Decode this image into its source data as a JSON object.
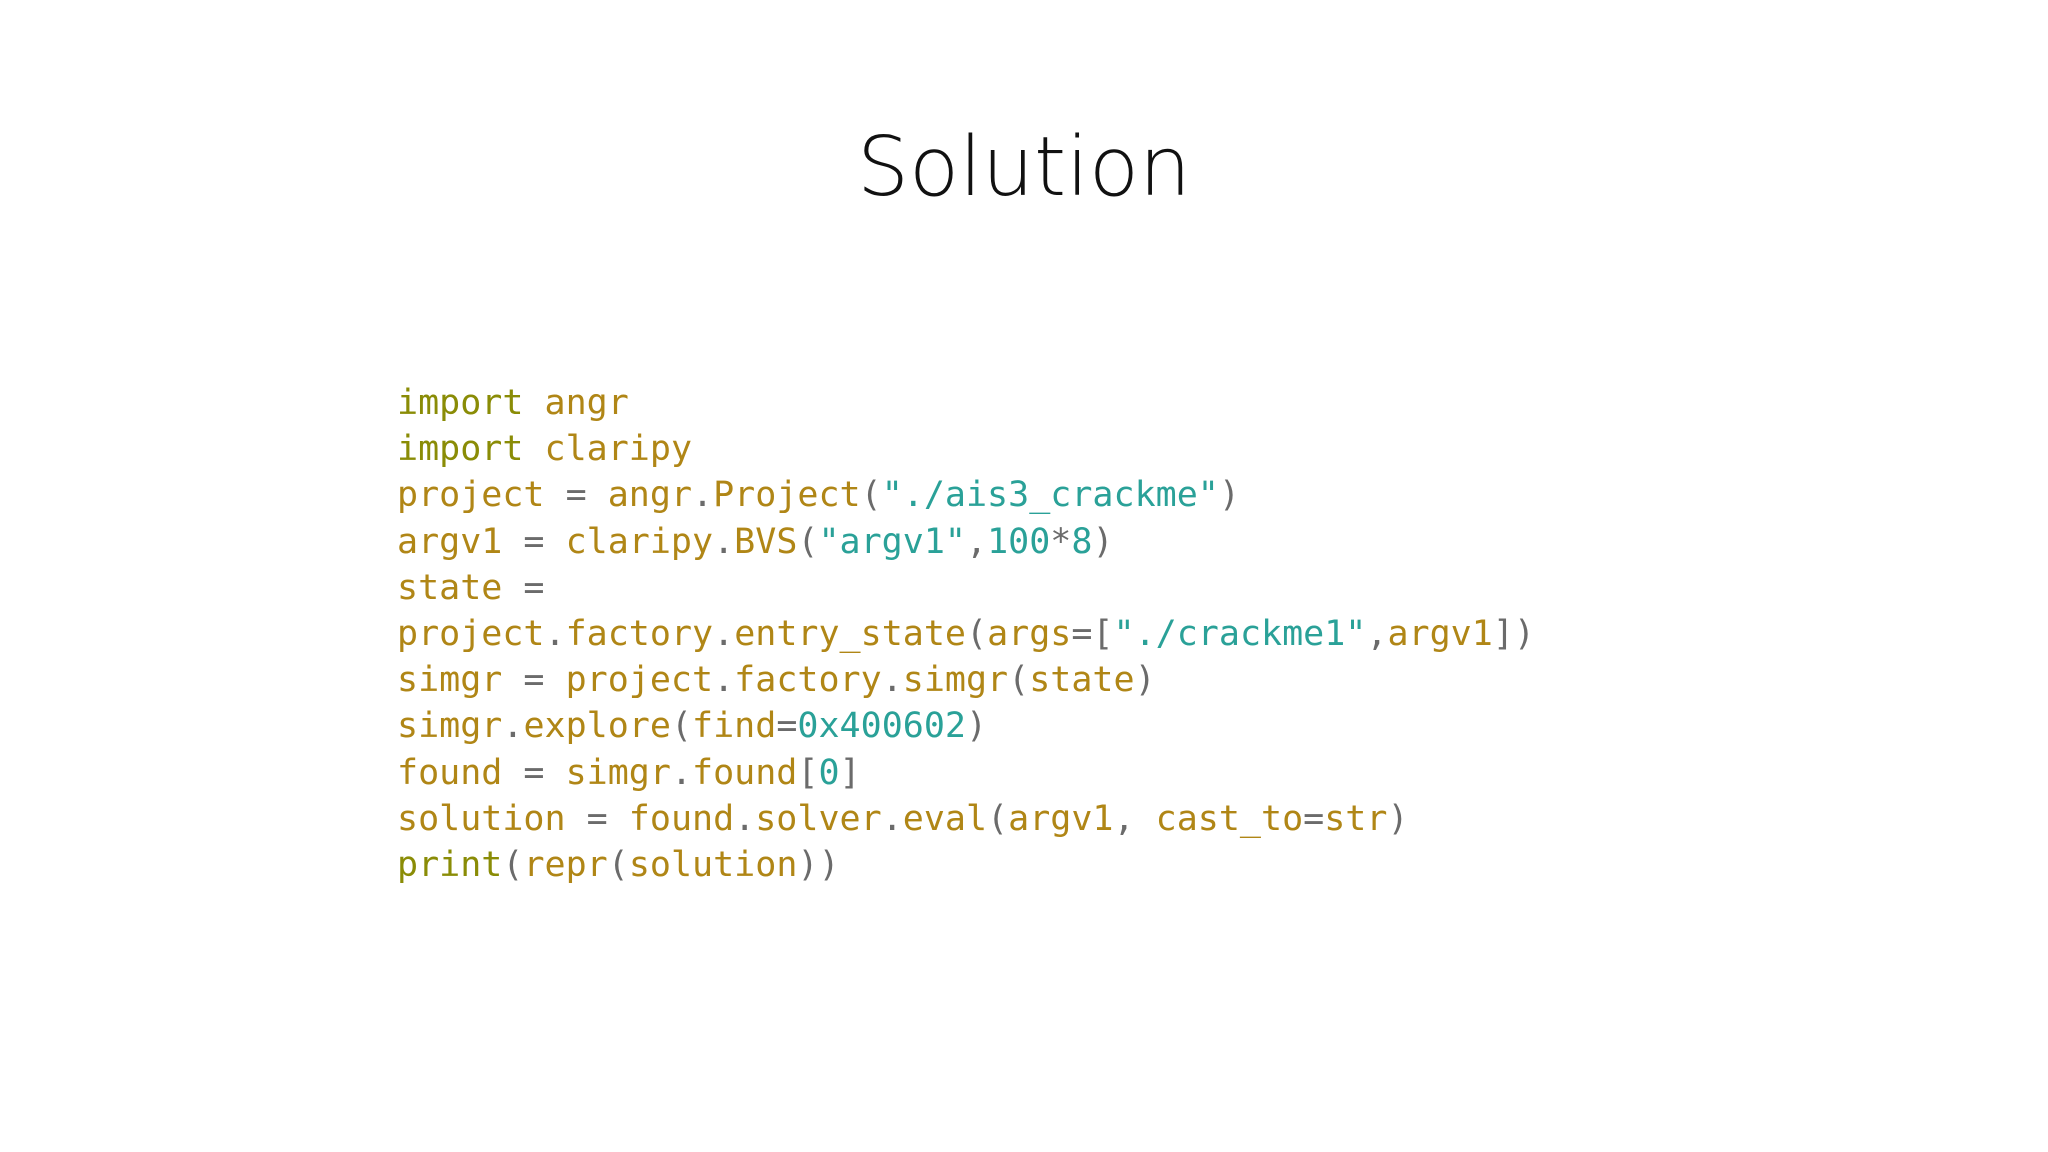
{
  "slide": {
    "title": "Solution"
  },
  "code": {
    "language": "python",
    "colors": {
      "keyword": "#8a8c06",
      "name": "#b08616",
      "operator": "#6b6b6b",
      "string": "#2aa198",
      "number": "#2aa198"
    },
    "lines": [
      [
        {
          "t": "import",
          "c": "kw"
        },
        {
          "t": " ",
          "c": "op"
        },
        {
          "t": "angr",
          "c": "nm"
        }
      ],
      [
        {
          "t": "import",
          "c": "kw"
        },
        {
          "t": " ",
          "c": "op"
        },
        {
          "t": "claripy",
          "c": "nm"
        }
      ],
      [
        {
          "t": "project",
          "c": "nm"
        },
        {
          "t": " = ",
          "c": "op"
        },
        {
          "t": "angr",
          "c": "nm"
        },
        {
          "t": ".",
          "c": "op"
        },
        {
          "t": "Project",
          "c": "nm"
        },
        {
          "t": "(",
          "c": "op"
        },
        {
          "t": "\"./ais3_crackme\"",
          "c": "st"
        },
        {
          "t": ")",
          "c": "op"
        }
      ],
      [
        {
          "t": "argv1",
          "c": "nm"
        },
        {
          "t": " = ",
          "c": "op"
        },
        {
          "t": "claripy",
          "c": "nm"
        },
        {
          "t": ".",
          "c": "op"
        },
        {
          "t": "BVS",
          "c": "nm"
        },
        {
          "t": "(",
          "c": "op"
        },
        {
          "t": "\"argv1\"",
          "c": "st"
        },
        {
          "t": ",",
          "c": "op"
        },
        {
          "t": "100",
          "c": "nu"
        },
        {
          "t": "*",
          "c": "op"
        },
        {
          "t": "8",
          "c": "nu"
        },
        {
          "t": ")",
          "c": "op"
        }
      ],
      [
        {
          "t": "state",
          "c": "nm"
        },
        {
          "t": " =",
          "c": "op"
        }
      ],
      [
        {
          "t": "project",
          "c": "nm"
        },
        {
          "t": ".",
          "c": "op"
        },
        {
          "t": "factory",
          "c": "nm"
        },
        {
          "t": ".",
          "c": "op"
        },
        {
          "t": "entry_state",
          "c": "nm"
        },
        {
          "t": "(",
          "c": "op"
        },
        {
          "t": "args",
          "c": "nm"
        },
        {
          "t": "=[",
          "c": "op"
        },
        {
          "t": "\"./crackme1\"",
          "c": "st"
        },
        {
          "t": ",",
          "c": "op"
        },
        {
          "t": "argv1",
          "c": "nm"
        },
        {
          "t": "])",
          "c": "op"
        }
      ],
      [
        {
          "t": "simgr",
          "c": "nm"
        },
        {
          "t": " = ",
          "c": "op"
        },
        {
          "t": "project",
          "c": "nm"
        },
        {
          "t": ".",
          "c": "op"
        },
        {
          "t": "factory",
          "c": "nm"
        },
        {
          "t": ".",
          "c": "op"
        },
        {
          "t": "simgr",
          "c": "nm"
        },
        {
          "t": "(",
          "c": "op"
        },
        {
          "t": "state",
          "c": "nm"
        },
        {
          "t": ")",
          "c": "op"
        }
      ],
      [
        {
          "t": "simgr",
          "c": "nm"
        },
        {
          "t": ".",
          "c": "op"
        },
        {
          "t": "explore",
          "c": "nm"
        },
        {
          "t": "(",
          "c": "op"
        },
        {
          "t": "find",
          "c": "nm"
        },
        {
          "t": "=",
          "c": "op"
        },
        {
          "t": "0x400602",
          "c": "nu"
        },
        {
          "t": ")",
          "c": "op"
        }
      ],
      [
        {
          "t": "found",
          "c": "nm"
        },
        {
          "t": " = ",
          "c": "op"
        },
        {
          "t": "simgr",
          "c": "nm"
        },
        {
          "t": ".",
          "c": "op"
        },
        {
          "t": "found",
          "c": "nm"
        },
        {
          "t": "[",
          "c": "op"
        },
        {
          "t": "0",
          "c": "nu"
        },
        {
          "t": "]",
          "c": "op"
        }
      ],
      [
        {
          "t": "solution",
          "c": "nm"
        },
        {
          "t": " = ",
          "c": "op"
        },
        {
          "t": "found",
          "c": "nm"
        },
        {
          "t": ".",
          "c": "op"
        },
        {
          "t": "solver",
          "c": "nm"
        },
        {
          "t": ".",
          "c": "op"
        },
        {
          "t": "eval",
          "c": "nm"
        },
        {
          "t": "(",
          "c": "op"
        },
        {
          "t": "argv1",
          "c": "nm"
        },
        {
          "t": ", ",
          "c": "op"
        },
        {
          "t": "cast_to",
          "c": "nm"
        },
        {
          "t": "=",
          "c": "op"
        },
        {
          "t": "str",
          "c": "nm"
        },
        {
          "t": ")",
          "c": "op"
        }
      ],
      [
        {
          "t": "print",
          "c": "kw"
        },
        {
          "t": "(",
          "c": "op"
        },
        {
          "t": "repr",
          "c": "nm"
        },
        {
          "t": "(",
          "c": "op"
        },
        {
          "t": "solution",
          "c": "nm"
        },
        {
          "t": "))",
          "c": "op"
        }
      ]
    ]
  }
}
